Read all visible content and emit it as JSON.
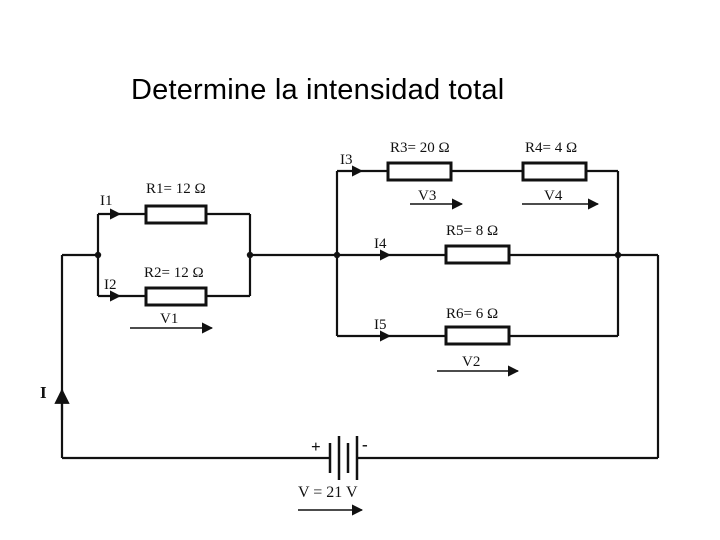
{
  "title": "Determine la intensidad total",
  "resistors": {
    "r1": "R1= 12 Ω",
    "r2": "R2= 12 Ω",
    "r3": "R3= 20 Ω",
    "r4": "R4= 4 Ω",
    "r5": "R5= 8 Ω",
    "r6": "R6= 6 Ω"
  },
  "currents": {
    "total": "I",
    "i1": "I1",
    "i2": "I2",
    "i3": "I3",
    "i4": "I4",
    "i5": "I5"
  },
  "voltages": {
    "v1": "V1",
    "v2": "V2",
    "v3": "V3",
    "v4": "V4"
  },
  "source": {
    "plus": "+",
    "minus": "-",
    "label": "V = 21 V"
  }
}
